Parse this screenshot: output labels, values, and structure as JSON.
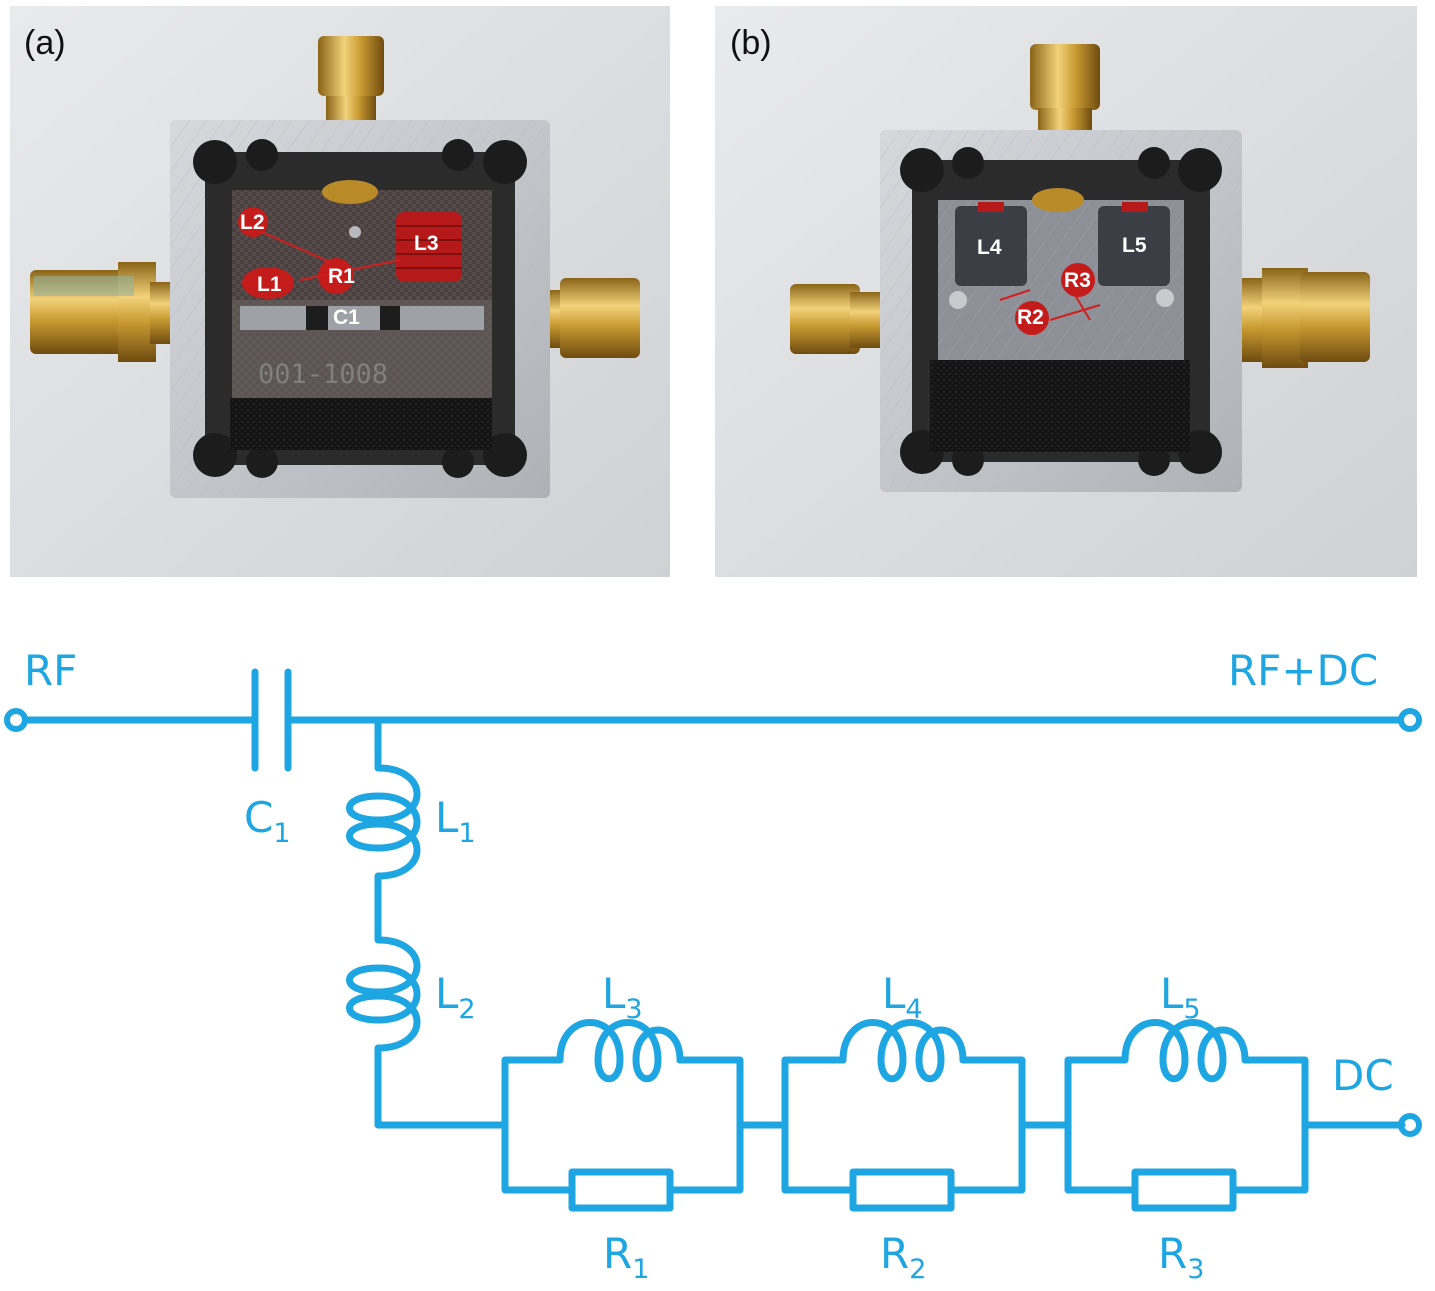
{
  "photo_a": {
    "panel_label": "(a)",
    "components": {
      "l2": "L2",
      "l1": "L1",
      "r1": "R1",
      "l3": "L3",
      "c1": "C1"
    },
    "board_marking": "001-1008"
  },
  "photo_b": {
    "panel_label": "(b)",
    "components": {
      "l4": "L4",
      "l5": "L5",
      "r3": "R3",
      "r2": "R2"
    }
  },
  "schematic": {
    "ports": {
      "rf": "RF",
      "rf_dc": "RF+DC",
      "dc": "DC"
    },
    "components": {
      "c1": {
        "letter": "C",
        "sub": "1"
      },
      "l1": {
        "letter": "L",
        "sub": "1"
      },
      "l2": {
        "letter": "L",
        "sub": "2"
      },
      "l3": {
        "letter": "L",
        "sub": "3"
      },
      "l4": {
        "letter": "L",
        "sub": "4"
      },
      "l5": {
        "letter": "L",
        "sub": "5"
      },
      "r1": {
        "letter": "R",
        "sub": "1"
      },
      "r2": {
        "letter": "R",
        "sub": "2"
      },
      "r3": {
        "letter": "R",
        "sub": "3"
      }
    },
    "color": "#1ea6e2"
  }
}
